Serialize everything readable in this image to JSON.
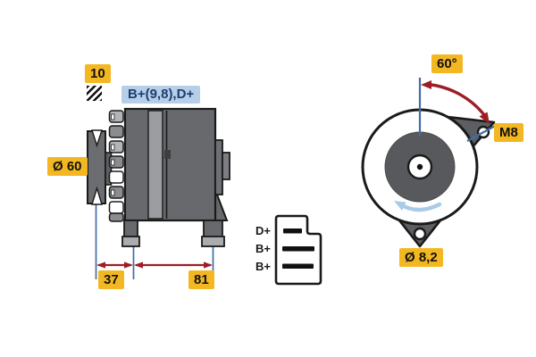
{
  "drawing": {
    "background": "#ffffff",
    "side_view": {
      "belt_width_label": "10",
      "terminal_designation": "B+(9,8),D+",
      "pulley_diameter": "Ø 60",
      "dimension_front": "37",
      "dimension_rear": "81"
    },
    "connector": {
      "pins": [
        {
          "label": "D+"
        },
        {
          "label": "B+"
        },
        {
          "label": "B+"
        }
      ]
    },
    "front_view": {
      "mounting_angle": "60°",
      "thread_size": "M8",
      "mounting_hole_diameter": "Ø 8,2"
    },
    "colors": {
      "highlight_yellow": "#f3b722",
      "terminal_label_bg": "#b6cee8",
      "terminal_label_text": "#1b3f70",
      "dimension_line_blue": "#3f6fa6",
      "dimension_arrow_red": "#9d1d27",
      "rotation_arrow_blue": "#a9cbe7",
      "housing_gray": "#67696c",
      "rotor_gray": "#58595c",
      "stator_band_gray": "#9b9da0",
      "outline_black": "#1a1a1a"
    }
  }
}
